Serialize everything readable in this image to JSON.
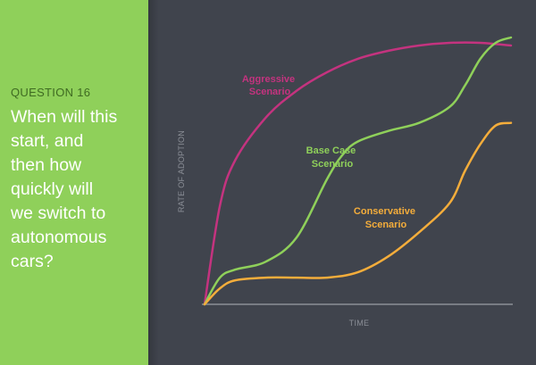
{
  "question": {
    "number": "QUESTION 16",
    "lines": [
      "When will this",
      "start, and",
      "then how",
      "quickly will",
      "we switch to",
      "autonomous",
      "cars?"
    ]
  },
  "colors": {
    "panel": "#8fd05a",
    "background": "#40444d",
    "aggressive": "#c4337f",
    "base": "#8fd05a",
    "conservative": "#f4ad3b",
    "axis": "#8a8e96"
  },
  "chart_data": {
    "type": "line",
    "xlabel": "TIME",
    "ylabel": "RATE OF ADOPTION",
    "xlim": [
      0,
      100
    ],
    "ylim": [
      0,
      100
    ],
    "grid": false,
    "series": [
      {
        "name": "Aggressive Scenario",
        "label_lines": [
          "Aggressive",
          "Scenario"
        ],
        "color": "#c4337f",
        "x": [
          0,
          5,
          10,
          20,
          30,
          40,
          50,
          60,
          70,
          80,
          90,
          100
        ],
        "y": [
          0,
          37,
          54,
          70,
          80,
          87,
          92,
          95,
          97,
          98,
          98,
          97
        ]
      },
      {
        "name": "Base Case Scenario",
        "label_lines": [
          "Base Case",
          "Scenario"
        ],
        "color": "#8fd05a",
        "x": [
          0,
          5,
          10,
          20,
          30,
          40,
          45,
          50,
          60,
          70,
          80,
          85,
          90,
          95,
          100
        ],
        "y": [
          0,
          10,
          13,
          16,
          25,
          47,
          56,
          61,
          65,
          68,
          74,
          82,
          92,
          98,
          100
        ]
      },
      {
        "name": "Conservative Scenario",
        "label_lines": [
          "Conservative",
          "Scenario"
        ],
        "color": "#f4ad3b",
        "x": [
          0,
          5,
          10,
          20,
          30,
          40,
          50,
          60,
          70,
          80,
          85,
          90,
          95,
          100
        ],
        "y": [
          0,
          6,
          9,
          10,
          10,
          10,
          12,
          18,
          27,
          38,
          50,
          60,
          67,
          68
        ]
      }
    ]
  }
}
